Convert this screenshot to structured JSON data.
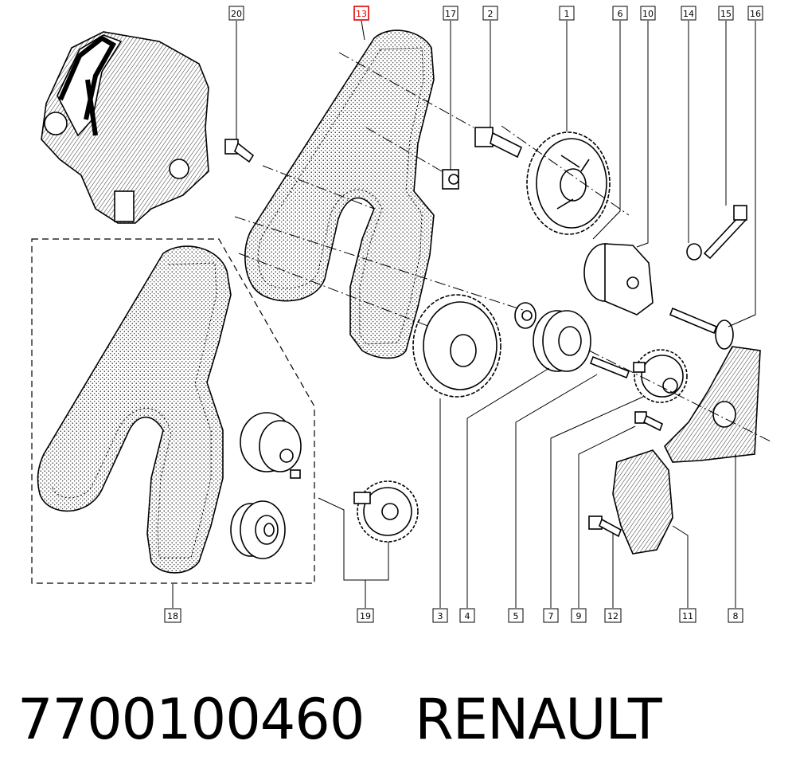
{
  "diagram": {
    "highlighted_callout": "13",
    "highlight_color": "#e00000",
    "callouts_top": [
      "20",
      "13",
      "17",
      "2",
      "1",
      "6",
      "10",
      "14",
      "15",
      "16"
    ],
    "callouts_bottom": [
      "18",
      "19",
      "3",
      "4",
      "5",
      "7",
      "9",
      "12",
      "11",
      "8"
    ]
  },
  "caption": {
    "part_number": "7700100460",
    "brand": "RENAULT"
  }
}
